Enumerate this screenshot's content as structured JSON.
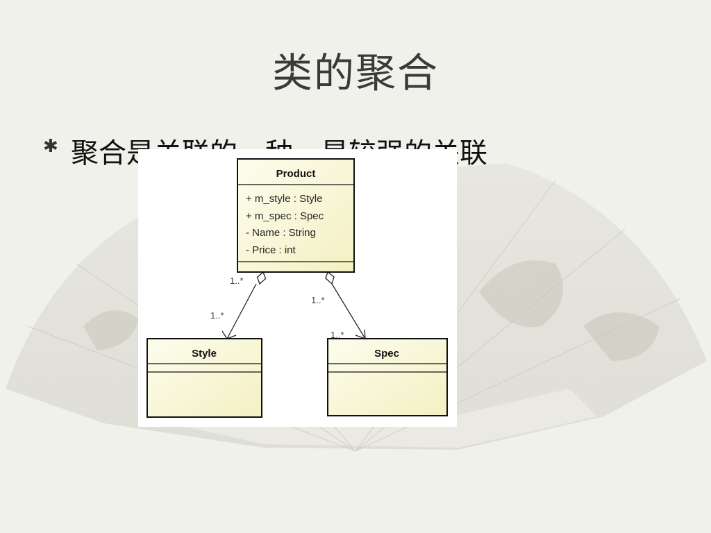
{
  "slide": {
    "title": "类的聚合",
    "bullet_marker": "✱",
    "bullet_text": "聚合是关联的一种，是较强的关联"
  },
  "diagram": {
    "classes": {
      "product": {
        "name": "Product",
        "attributes": [
          "+ m_style : Style",
          "+ m_spec : Spec",
          "- Name : String",
          "- Price : int"
        ]
      },
      "style": {
        "name": "Style",
        "attributes": []
      },
      "spec": {
        "name": "Spec",
        "attributes": []
      }
    },
    "associations": {
      "product_style": {
        "source_multiplicity": "1..*",
        "target_multiplicity": "1..*",
        "kind": "aggregation"
      },
      "product_spec": {
        "source_multiplicity": "1..*",
        "target_multiplicity": "1..*",
        "kind": "aggregation"
      }
    }
  },
  "colors": {
    "class_fill_top": "#fbfbe6",
    "class_fill_bottom": "#f4f2c4",
    "class_border": "#111111",
    "title_text": "#3a3a3a"
  }
}
